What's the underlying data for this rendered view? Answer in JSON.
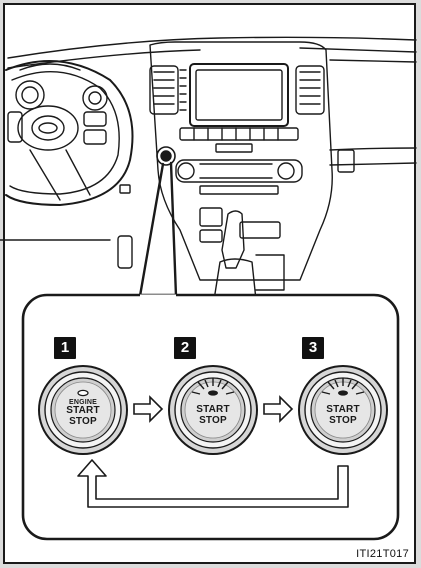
{
  "steps": [
    {
      "number": "1",
      "lines": [
        "ENGINE",
        "START",
        "STOP"
      ],
      "indicator": "off"
    },
    {
      "number": "2",
      "lines": [
        "START",
        "STOP"
      ],
      "indicator": "flashing"
    },
    {
      "number": "3",
      "lines": [
        "START",
        "STOP"
      ],
      "indicator": "flashing"
    }
  ],
  "figure_id": "ITI21T017",
  "colors": {
    "ink": "#1a1a1a",
    "paper": "#ffffff",
    "frame_bg": "#dcdcdc"
  }
}
